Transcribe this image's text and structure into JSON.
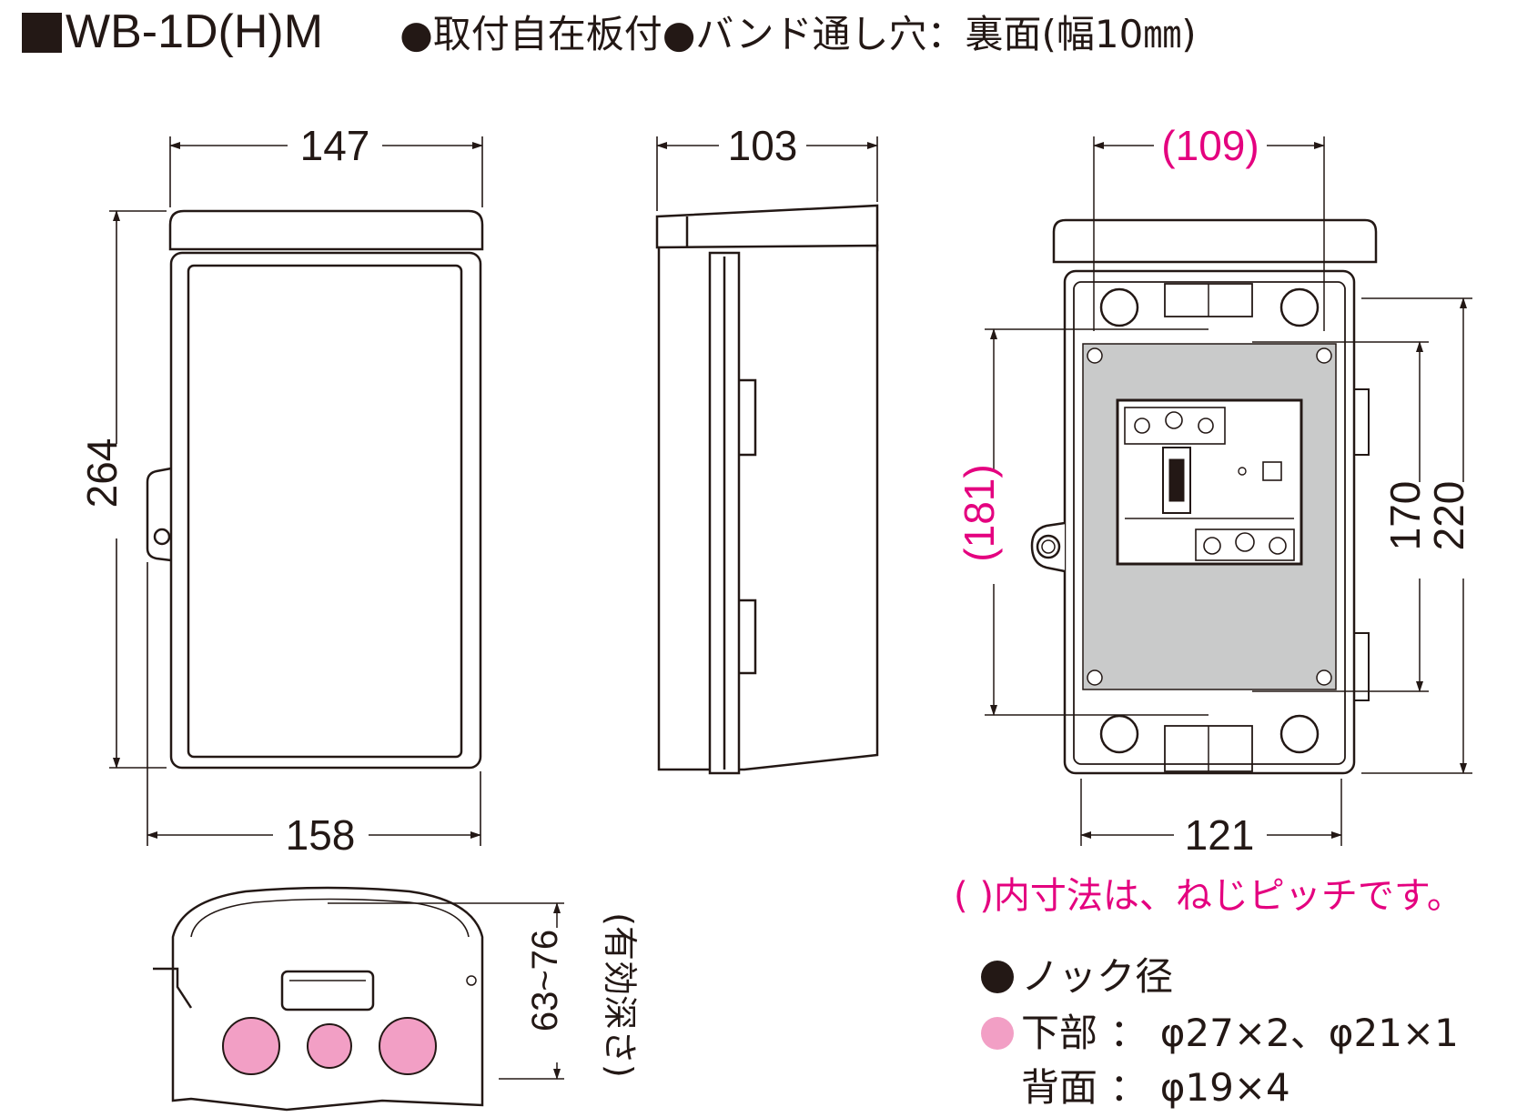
{
  "header": {
    "model": "WB-1D(H)M",
    "spec": "●取付自在板付●バンド通し穴：裏面(幅10㎜)"
  },
  "dimensions": {
    "front_width_top": "147",
    "front_height": "264",
    "front_width_bottom": "158",
    "side_depth": "103",
    "inner_pitch_width": "(109)",
    "inner_pitch_height": "(181)",
    "inner_height": "170",
    "body_height": "220",
    "inner_width": "121",
    "effective_depth": "63~76",
    "effective_depth_label": "(有効深さ)"
  },
  "note": "( )内寸法は、ねじピッチです。",
  "knockouts": {
    "title": "ノック径",
    "bottom_label": "下部",
    "bottom_value": "φ27×2、φ21×1",
    "back_label": "背面",
    "back_value": "φ19×4"
  },
  "colors": {
    "line": "#231815",
    "pitch_text": "#e4007f",
    "knockout_fill": "#f29fc5",
    "panel_gray": "#c9caca"
  }
}
